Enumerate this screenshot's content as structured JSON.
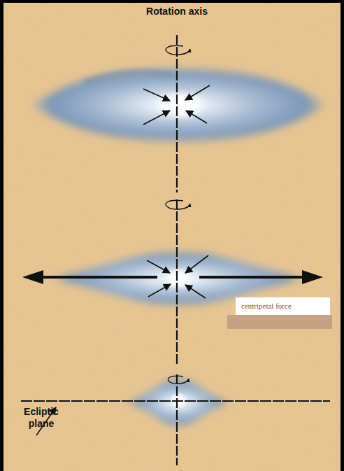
{
  "diagram": {
    "nodes": [
      {
        "text": [
          "centripetal force"
        ]
      }
    ],
    "labels": [
      "Rotation axis",
      "Ecliptic plane"
    ]
  }
}
